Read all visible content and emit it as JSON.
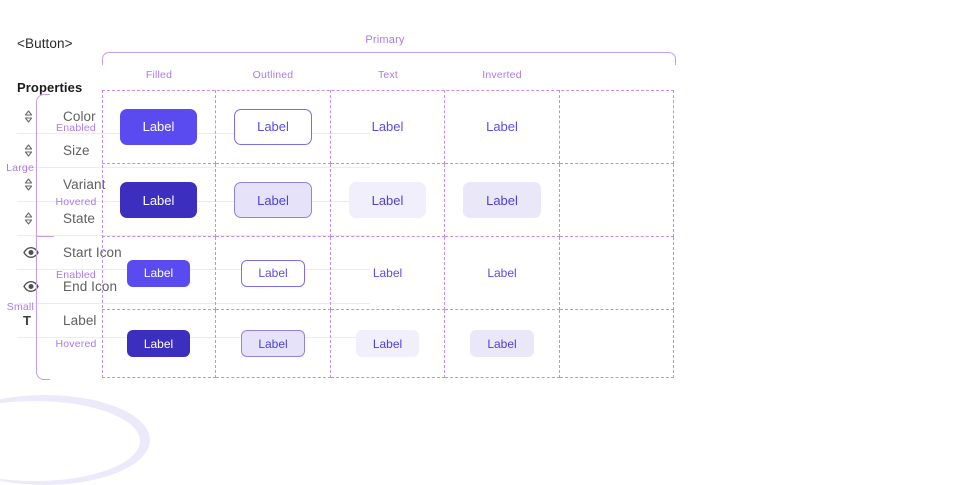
{
  "component": {
    "name": "<Button>",
    "properties_title": "Properties",
    "properties": [
      {
        "icon": "select-chevrons-icon",
        "label": "Color"
      },
      {
        "icon": "select-chevrons-icon",
        "label": "Size"
      },
      {
        "icon": "select-chevrons-icon",
        "label": "Variant"
      },
      {
        "icon": "select-chevrons-icon",
        "label": "State"
      },
      {
        "icon": "eye-icon",
        "label": "Start Icon"
      },
      {
        "icon": "eye-icon",
        "label": "End Icon"
      },
      {
        "icon": "text-t-icon",
        "label": "Label"
      }
    ]
  },
  "matrix": {
    "group_label": "Primary",
    "columns": [
      "Filled",
      "Outlined",
      "Text",
      "Inverted"
    ],
    "sizes": [
      "Large",
      "Small"
    ],
    "states": [
      "Enabled",
      "Hovered"
    ],
    "button_label": "Label",
    "rows": [
      {
        "size": "Large",
        "state": "Enabled",
        "cells": [
          "Label",
          "Label",
          "Label",
          "Label"
        ]
      },
      {
        "size": "Large",
        "state": "Hovered",
        "cells": [
          "Label",
          "Label",
          "Label",
          "Label"
        ]
      },
      {
        "size": "Small",
        "state": "Enabled",
        "cells": [
          "Label",
          "Label",
          "Label",
          "Label"
        ]
      },
      {
        "size": "Small",
        "state": "Hovered",
        "cells": [
          "Label",
          "Label",
          "Label",
          "Label"
        ]
      }
    ]
  },
  "colors": {
    "accent_annotation": "#a97bf0",
    "grid_dash": "#c08ef5",
    "filled_bg": "#5a4bf0",
    "filled_hover_bg": "#3c2fbf",
    "outlined_border": "#7b6cf2",
    "outlined_hover_bg": "#e5e2f9",
    "text_hover_bg": "#f1effb",
    "inverted_hover_bg": "#eae7f9",
    "label_text": "#5f5f5f",
    "divider": "#ececec"
  }
}
